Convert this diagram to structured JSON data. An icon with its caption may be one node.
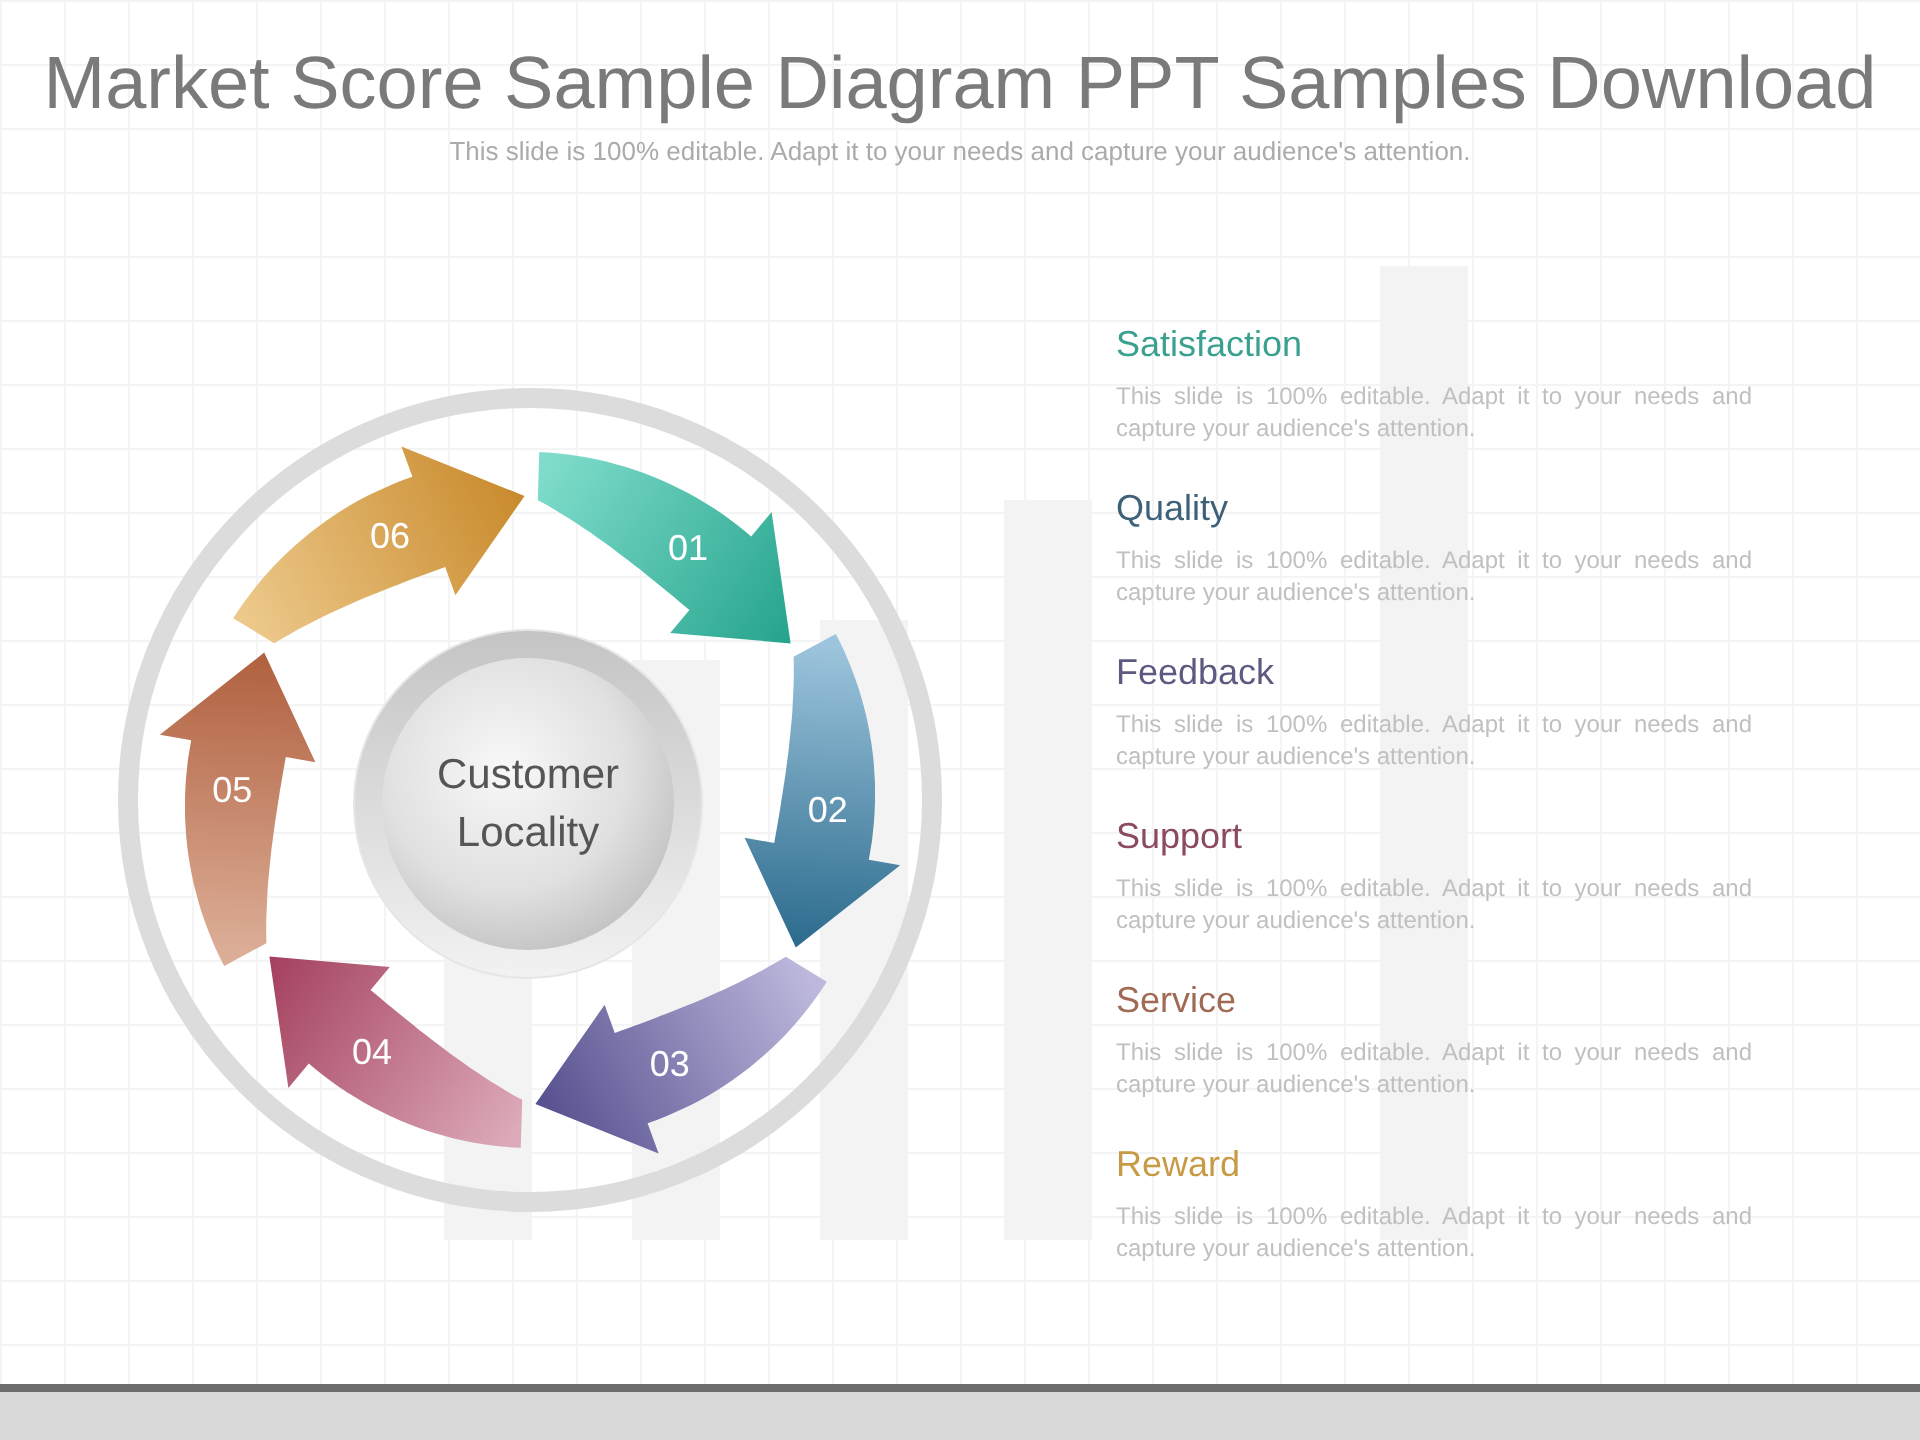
{
  "diagram": {
    "title": "Market Score Sample Diagram PPT Samples Download",
    "nodes": [
      {
        "text": [
          "Customer Locality"
        ]
      },
      {
        "text": [
          "01"
        ]
      },
      {
        "text": [
          "02"
        ]
      },
      {
        "text": [
          "03"
        ]
      },
      {
        "text": [
          "04"
        ]
      },
      {
        "text": [
          "05"
        ]
      },
      {
        "text": [
          "06"
        ]
      }
    ],
    "labels": [
      "This slide is 100% editable. Adapt it to your needs and capture your audience's attention.",
      "Satisfaction",
      "This slide is 100% editable. Adapt it to your needs and capture your audience's attention.",
      "Quality",
      "This slide is 100% editable. Adapt it to your needs and capture your audience's attention.",
      "Feedback",
      "This slide is 100% editable. Adapt it to your needs and capture your audience's attention.",
      "Support",
      "This slide is 100% editable. Adapt it to your needs and capture your audience's attention.",
      "Service",
      "This slide is 100% editable. Adapt it to your needs and capture your audience's attention.",
      "Reward",
      "This slide is 100% editable. Adapt it to your needs and capture your audience's attention."
    ]
  }
}
